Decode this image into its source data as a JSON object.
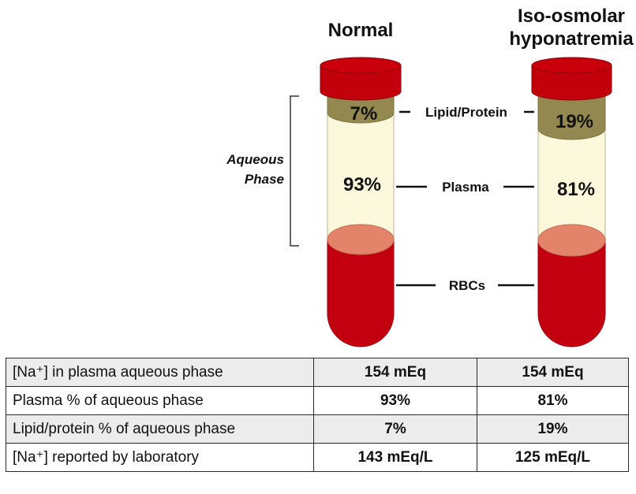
{
  "headers": {
    "normal": "Normal",
    "iso_line1": "Iso-osmolar",
    "iso_line2": "hyponatremia"
  },
  "aqueous_label": {
    "line1": "Aqueous",
    "line2": "Phase"
  },
  "labels": {
    "lipid_protein": "Lipid/Protein",
    "plasma": "Plasma",
    "rbcs": "RBCs"
  },
  "tubes": {
    "normal": {
      "lipid_pct": "7%",
      "plasma_pct": "93%"
    },
    "iso": {
      "lipid_pct": "19%",
      "plasma_pct": "81%"
    }
  },
  "colors": {
    "cap": "#c2000b",
    "lipid": "#938950",
    "plasma": "#fbf8dc",
    "blood": "#c30010",
    "rbc_top": "#e2836a"
  },
  "table": {
    "rows": [
      {
        "label": "[Na⁺] in plasma aqueous phase",
        "normal": "154 mEq",
        "iso": "154 mEq"
      },
      {
        "label": "Plasma % of aqueous phase",
        "normal": "93%",
        "iso": "81%"
      },
      {
        "label": "Lipid/protein % of aqueous phase",
        "normal": "7%",
        "iso": "19%"
      },
      {
        "label": "[Na⁺] reported by laboratory",
        "normal": "143 mEq/L",
        "iso": "125 mEq/L"
      }
    ]
  }
}
